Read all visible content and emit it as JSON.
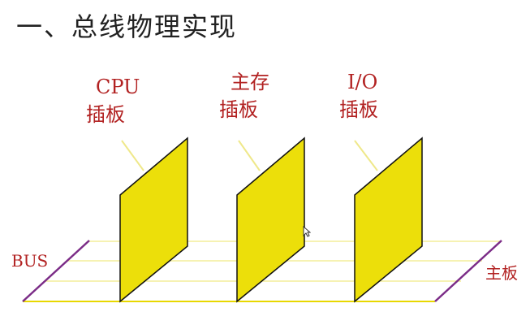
{
  "title": "一、总线物理实现",
  "cards": [
    {
      "line1": "CPU",
      "line2": "插板"
    },
    {
      "line1": "主存",
      "line2": "插板"
    },
    {
      "line1": "I/O",
      "line2": "插板"
    }
  ],
  "bus_label": "BUS",
  "board_label": "主板",
  "colors": {
    "label": "#b22222",
    "card_fill": "#ecdf0a",
    "bus_line": "#f4ee9a",
    "board_edge": "#7b2c87"
  }
}
